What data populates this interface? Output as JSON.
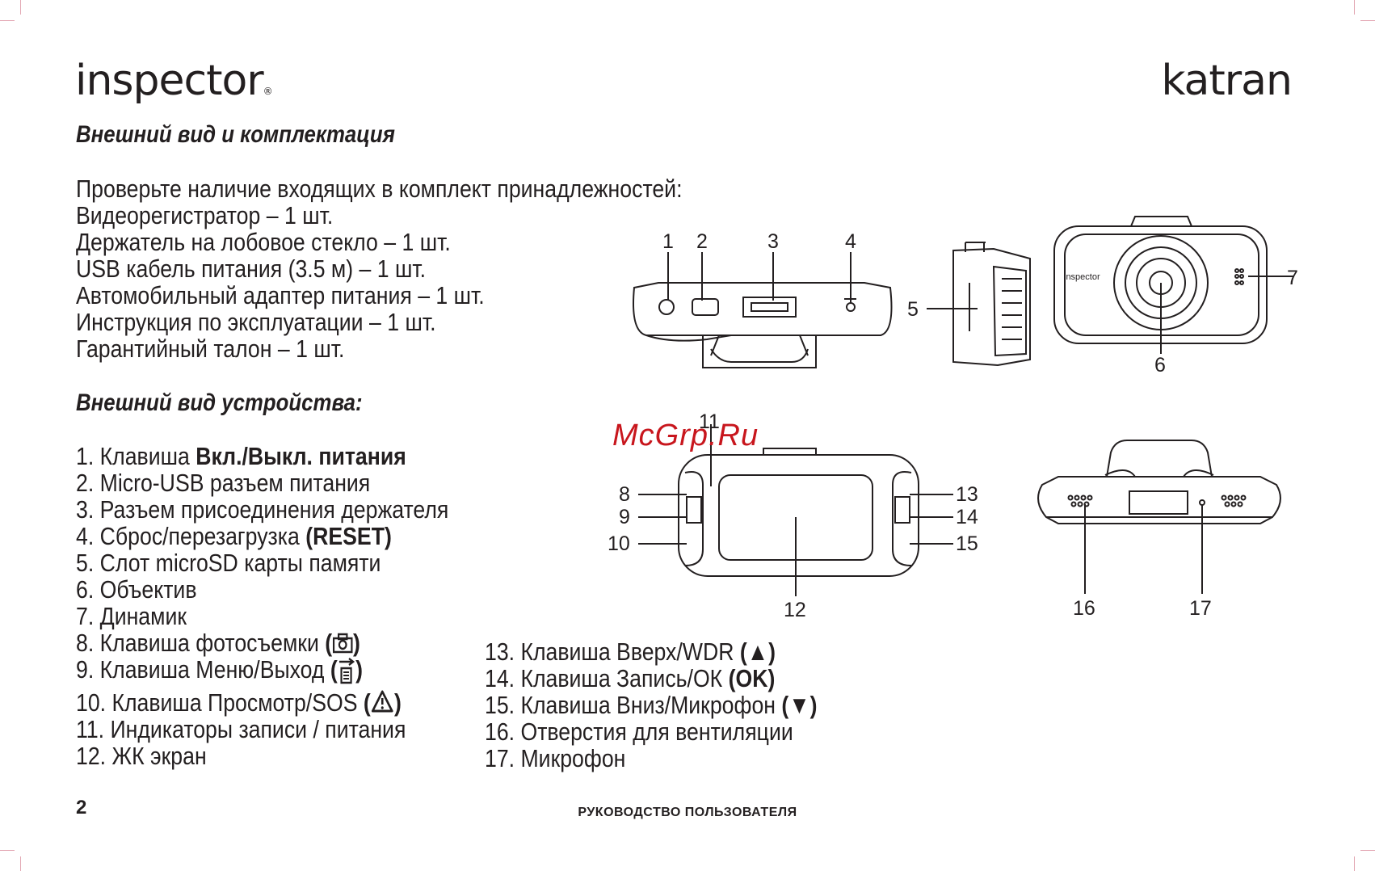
{
  "header": {
    "brand_left": "inspector",
    "brand_left_mark": "®",
    "brand_right": "katran"
  },
  "section1": {
    "title": "Внешний вид и комплектация",
    "intro": "Проверьте наличие входящих в комплект принадлежностей:",
    "items": [
      "Видеорегистратор – 1 шт.",
      "Держатель на лобовое стекло – 1 шт.",
      "USB кабель питания (3.5 м) – 1 шт.",
      "Автомобильный адаптер питания – 1 шт.",
      "Инструкция по эксплуатации – 1 шт.",
      "Гарантийный талон – 1 шт."
    ]
  },
  "section2": {
    "title": "Внешний вид устройства:",
    "list_left": [
      {
        "prefix": "1. Клавиша ",
        "bold": "Вкл./Выкл. питания",
        "suffix": ""
      },
      {
        "prefix": "2. Micro-USB разъем питания",
        "bold": "",
        "suffix": ""
      },
      {
        "prefix": "3. Разъем присоединения держателя",
        "bold": "",
        "suffix": ""
      },
      {
        "prefix": "4. Сброс/перезагрузка ",
        "bold": "(RESET)",
        "suffix": ""
      },
      {
        "prefix": "5. Слот microSD карты памяти",
        "bold": "",
        "suffix": ""
      },
      {
        "prefix": "6. Объектив",
        "bold": "",
        "suffix": ""
      },
      {
        "prefix": "7. Динамик",
        "bold": "",
        "suffix": ""
      },
      {
        "prefix": "8. Клавиша фотосъемки ",
        "bold": "(",
        "icon": "camera-icon",
        "suffix": ")"
      },
      {
        "prefix": "9. Клавиша Меню/Выход ",
        "bold": "(",
        "icon": "menu-icon",
        "suffix": ")"
      },
      {
        "prefix": "10. Клавиша Просмотр/SOS ",
        "bold": "(",
        "icon": "warning-icon",
        "suffix": ")"
      },
      {
        "prefix": "11. Индикаторы записи / питания",
        "bold": "",
        "suffix": ""
      },
      {
        "prefix": "12. ЖК экран",
        "bold": "",
        "suffix": ""
      }
    ],
    "list_right": [
      {
        "prefix": "13. Клавиша Вверх/WDR ",
        "bold": "(▲)"
      },
      {
        "prefix": "14. Клавиша Запись/ОК ",
        "bold": "(OK)"
      },
      {
        "prefix": "15. Клавиша Вниз/Микрофон ",
        "bold": "(▼)"
      },
      {
        "prefix": "16. Отверстия для вентиляции",
        "bold": ""
      },
      {
        "prefix": "17. Микрофон",
        "bold": ""
      }
    ]
  },
  "diagram": {
    "callouts": [
      "1",
      "2",
      "3",
      "4",
      "5",
      "6",
      "7",
      "8",
      "9",
      "10",
      "11",
      "12",
      "13",
      "14",
      "15",
      "16",
      "17"
    ],
    "device_label": "inspector"
  },
  "watermark": "McGrp.Ru",
  "footer": {
    "page_number": "2",
    "title": "РУКОВОДСТВО ПОЛЬЗОВАТЕЛЯ"
  }
}
